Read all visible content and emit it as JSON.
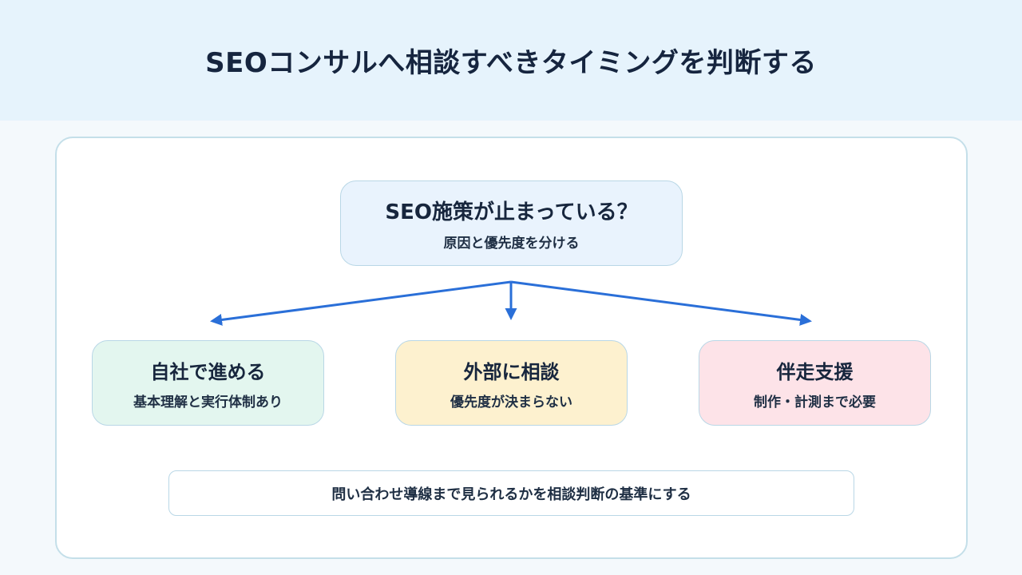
{
  "header": {
    "title": "SEOコンサルへ相談すべきタイミングを判断する"
  },
  "root": {
    "title": "SEO施策が止まっている？",
    "subtitle": "原因と優先度を分ける"
  },
  "children": [
    {
      "title": "自社で進める",
      "subtitle": "基本理解と実行体制あり",
      "color": "#e3f6ef"
    },
    {
      "title": "外部に相談",
      "subtitle": "優先度が決まらない",
      "color": "#fdf1cf"
    },
    {
      "title": "伴走支援",
      "subtitle": "制作・計測まで必要",
      "color": "#fde3e8"
    }
  ],
  "footer": {
    "note": "問い合わせ導線まで見られるかを相談判断の基準にする"
  },
  "colors": {
    "arrow": "#2a6fd8",
    "border": "#b9d7e6",
    "header_bg": "#e6f3fc"
  }
}
